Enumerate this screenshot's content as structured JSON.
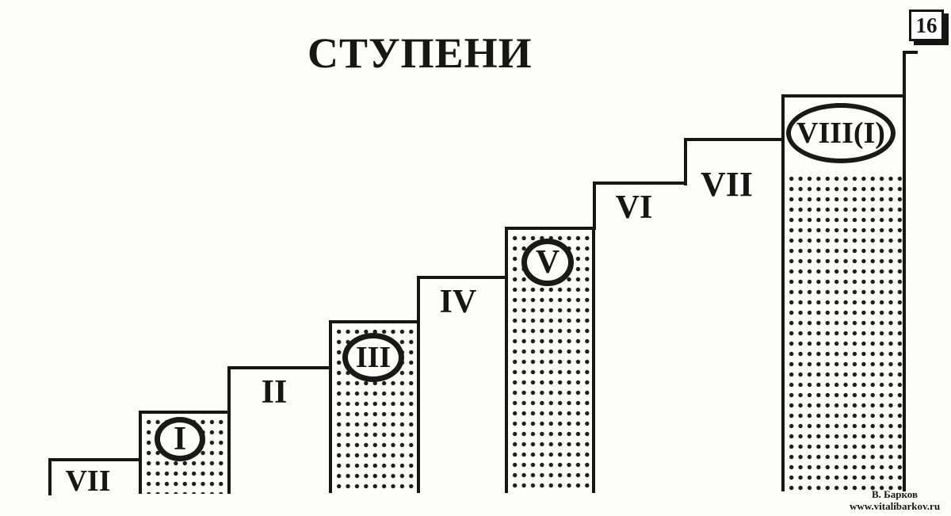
{
  "header": {
    "title": "СТУПЕНИ",
    "page_number": "16"
  },
  "steps": [
    {
      "numeral": "VII",
      "kind": "plain",
      "filled": false
    },
    {
      "numeral": "I",
      "kind": "dotted",
      "filled": true
    },
    {
      "numeral": "II",
      "kind": "plain",
      "filled": false
    },
    {
      "numeral": "III",
      "kind": "dotted",
      "filled": true
    },
    {
      "numeral": "IV",
      "kind": "plain",
      "filled": false
    },
    {
      "numeral": "V",
      "kind": "dotted",
      "filled": true
    },
    {
      "numeral": "VI",
      "kind": "plain",
      "filled": false
    },
    {
      "numeral": "VII",
      "kind": "plain",
      "filled": false
    },
    {
      "numeral": "VIII(I)",
      "kind": "dotted",
      "filled": true
    }
  ],
  "footer": {
    "credit_name": "В. Барков",
    "credit_site": "www.vitalibarkov.ru"
  },
  "colors": {
    "ink": "#161616",
    "background": "#fdfdfb"
  }
}
